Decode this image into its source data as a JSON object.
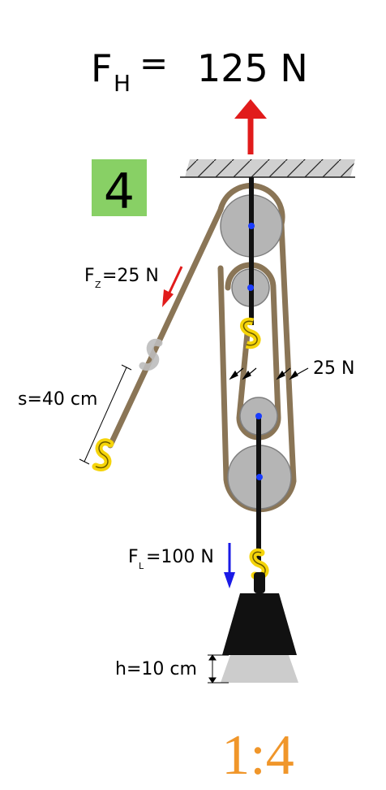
{
  "header": {
    "force_symbol": "F",
    "force_subscript": "H",
    "equals": "=",
    "force_value": "125 N",
    "value_color": "#137d7d"
  },
  "badge": {
    "text": "4",
    "bg_color": "#88d065"
  },
  "labels": {
    "pull_symbol": "F",
    "pull_subscript": "Z",
    "pull_value": "=25 N",
    "rope_tension": "25 N",
    "pull_distance": "s=40 cm",
    "load_symbol": "F",
    "load_subscript": "L",
    "load_value": "=100 N",
    "lift_height": "h=10 cm"
  },
  "ratio": {
    "text": "1:4",
    "color": "#f0962a"
  },
  "colors": {
    "rope": "#8a7556",
    "pulley": "#b5b5b5",
    "hook": "#f5d40a",
    "arrow_up": "#e11b1b",
    "arrow_pull": "#e11b1b",
    "arrow_load": "#1a1ae6",
    "weight": "#111111",
    "weight_ghost": "#cccccc",
    "axle": "#1a3cff"
  }
}
